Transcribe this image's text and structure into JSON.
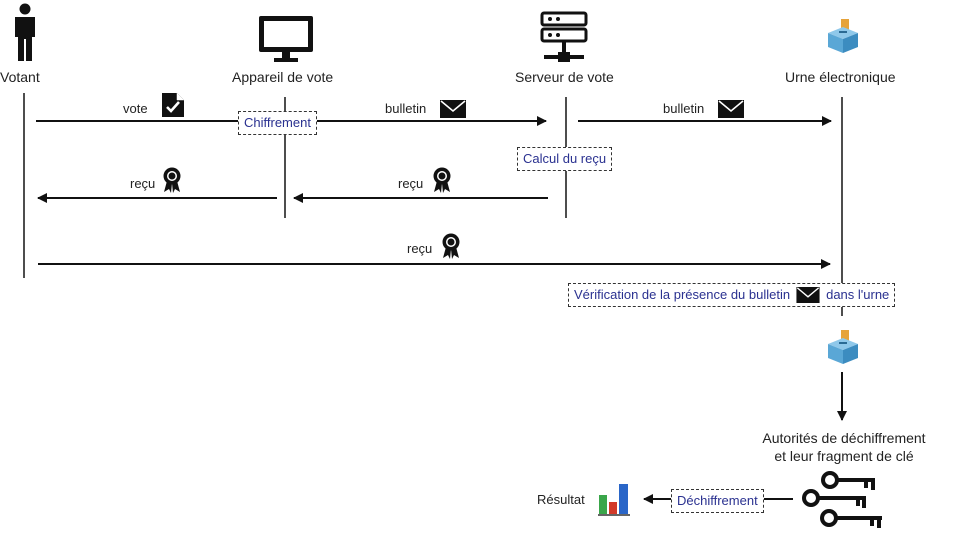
{
  "actors": {
    "voter": "Votant",
    "device": "Appareil de vote",
    "server": "Serveur de vote",
    "ballot_box": "Urne électronique"
  },
  "messages": {
    "vote": "vote",
    "bulletin_1": "bulletin",
    "bulletin_2": "bulletin",
    "receipt_1": "reçu",
    "receipt_2": "reçu",
    "receipt_3": "reçu"
  },
  "steps": {
    "encryption": "Chiffrement",
    "receipt_computation": "Calcul du reçu",
    "verification_before": "Vérification de la présence du bulletin",
    "verification_after": "dans l'urne",
    "decryption": "Déchiffrement"
  },
  "authorities": {
    "line1": "Autorités de déchiffrement",
    "line2": "et leur fragment de clé"
  },
  "result": "Résultat",
  "colors": {
    "step_text": "#2a3190",
    "box_blue": "#5aa7d6",
    "ballot_orange": "#e6a33a",
    "bar_green": "#3aa64a",
    "bar_red": "#d23a2a",
    "bar_blue": "#2a66c8"
  },
  "icons": {
    "voter": "person-icon",
    "device": "monitor-icon",
    "server": "server-icon",
    "ballot_box": "ballot-box-icon",
    "vote": "checked-document-icon",
    "bulletin": "envelope-icon",
    "receipt": "award-ribbon-icon",
    "keys": "keys-icon",
    "result": "bar-chart-icon"
  }
}
